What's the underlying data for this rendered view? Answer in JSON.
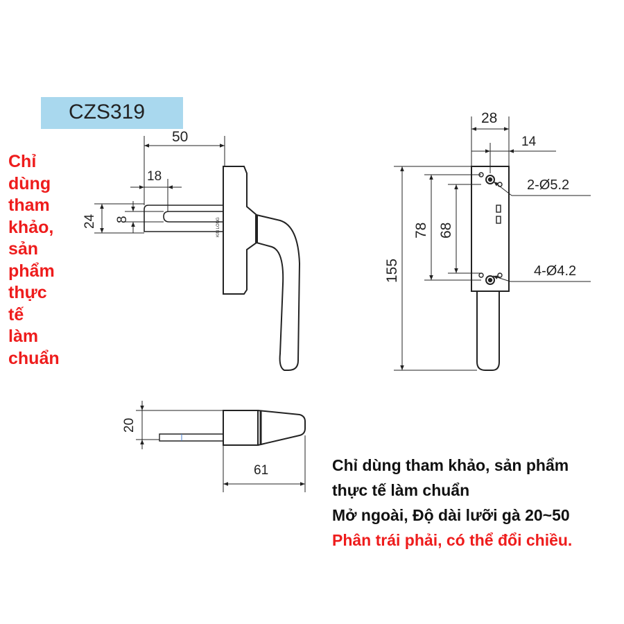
{
  "model": "CZS319",
  "side_note_lines": [
    "Chỉ",
    "dùng",
    "tham",
    "khảo,",
    "sản",
    "phẩm",
    "thực",
    "tế",
    "làm",
    "chuẩn"
  ],
  "notes": {
    "line1": "Chỉ dùng tham khảo, sản phẩm",
    "line2": "thực tế làm chuẩn",
    "line3": "Mở ngoài, Độ dài lưỡi gà 20~50",
    "line4": "Phân trái phải, có thể đổi chiều."
  },
  "brand_mark": "KIN LONG",
  "dimensions": {
    "front_width": "50",
    "tongue_length": "18",
    "tongue_height": "24",
    "tongue_thickness": "8",
    "base_width": "28",
    "hole_offset": "14",
    "big_hole": "2-Ø5.2",
    "small_hole": "4-Ø4.2",
    "total_height": "155",
    "outer_hole_spacing": "78",
    "inner_hole_spacing": "68",
    "bottom_height": "20",
    "bottom_length": "61"
  },
  "colors": {
    "note_red": "#ee1c1c",
    "model_box": "#a9d8ee",
    "line": "#222222"
  }
}
